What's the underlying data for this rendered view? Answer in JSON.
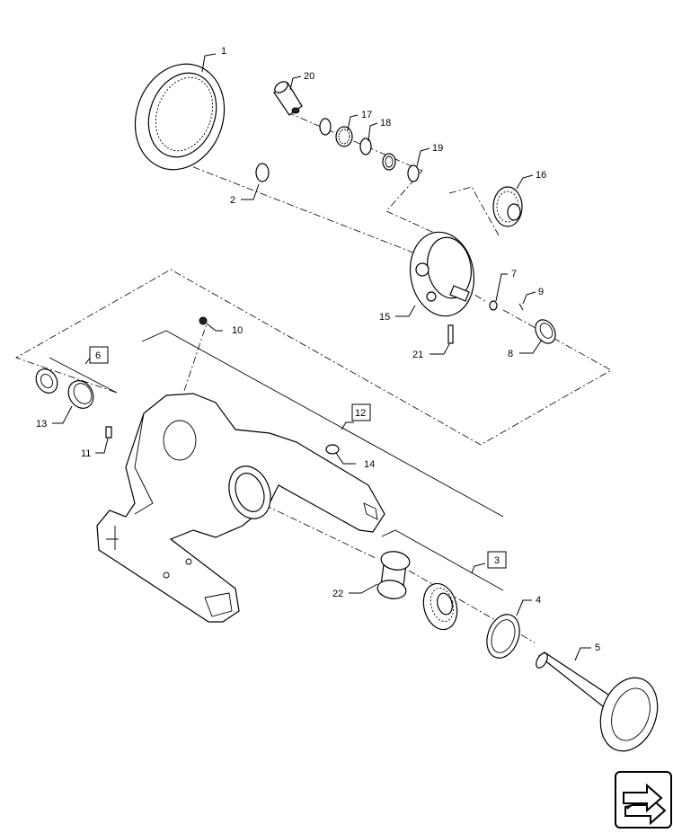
{
  "callouts": {
    "c1": "1",
    "c2": "2",
    "c3": "3",
    "c4": "4",
    "c5": "5",
    "c6": "6",
    "c7": "7",
    "c8": "8",
    "c9": "9",
    "c10": "10",
    "c11": "11",
    "c12": "12",
    "c13": "13",
    "c14": "14",
    "c15": "15",
    "c16": "16",
    "c17": "17",
    "c18": "18",
    "c19": "19",
    "c20": "20",
    "c21": "21",
    "c22": "22"
  },
  "icons": {
    "nav": "next-page-arrow-icon"
  }
}
